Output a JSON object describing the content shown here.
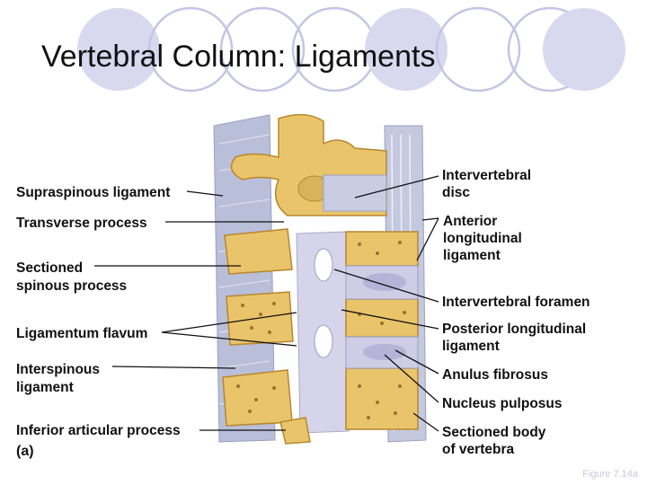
{
  "slide": {
    "title": "Vertebral Column: Ligaments",
    "figure_caption": "Figure 7.14a",
    "panel_label": "(a)"
  },
  "labels_left": {
    "supraspinous": "Supraspinous ligament",
    "transverse": "Transverse process",
    "sectioned_spinous_1": "Sectioned",
    "sectioned_spinous_2": "spinous process",
    "flavum": "Ligamentum flavum",
    "interspinous_1": "Interspinous",
    "interspinous_2": "ligament",
    "inferior_articular": "Inferior articular process"
  },
  "labels_right": {
    "intervertebral_disc_1": "Intervertebral",
    "intervertebral_disc_2": "disc",
    "anterior_1": "Anterior",
    "anterior_2": "longitudinal",
    "anterior_3": "ligament",
    "foramen": "Intervertebral foramen",
    "posterior_1": "Posterior longitudinal",
    "posterior_2": "ligament",
    "anulus": "Anulus fibrosus",
    "nucleus": "Nucleus pulposus",
    "sectioned_body_1": "Sectioned body",
    "sectioned_body_2": "of vertebra"
  },
  "colors": {
    "ring_fill": "#d8d8ef",
    "ring_stroke": "#c4c4e4",
    "bone": "#e9c46a",
    "bone_dark": "#c89a3c",
    "ligament": "#b9bfd9",
    "disc": "#cfcde6"
  }
}
